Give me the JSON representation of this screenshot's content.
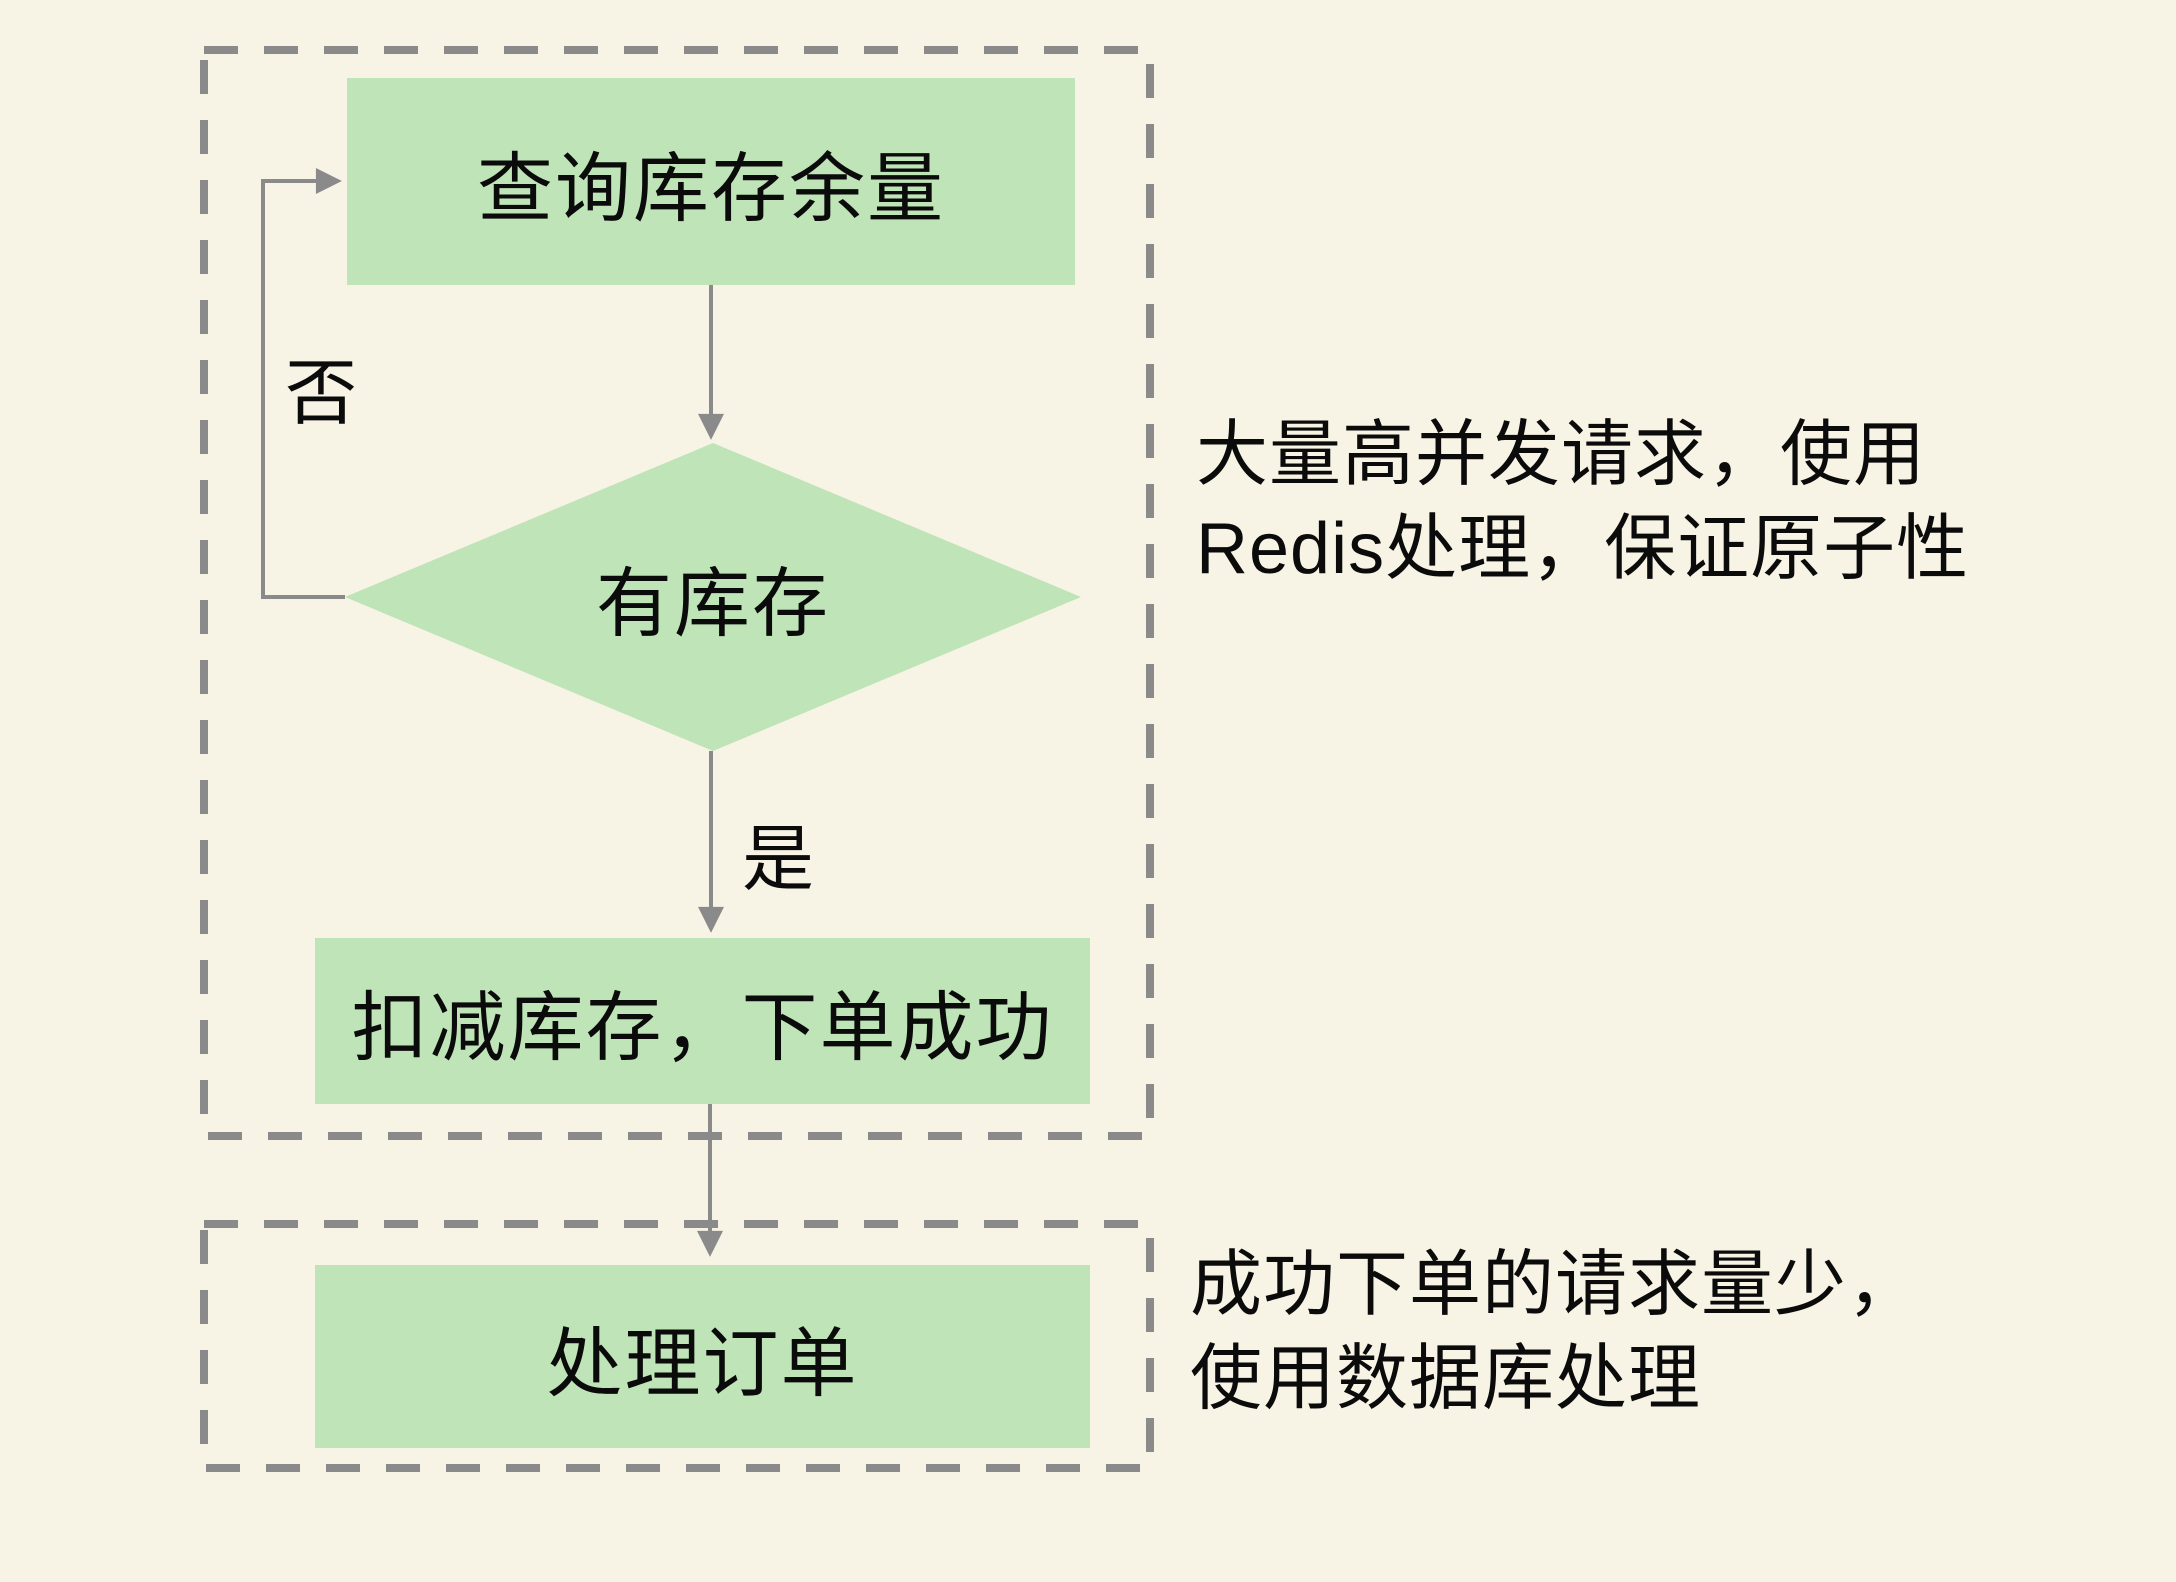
{
  "diagram": {
    "nodes": {
      "query_stock": {
        "label": "查询库存余量"
      },
      "has_stock": {
        "label": "有库存"
      },
      "deduct_stock": {
        "label": "扣减库存，下单成功"
      },
      "process_order": {
        "label": "处理订单"
      }
    },
    "edge_labels": {
      "no": "否",
      "yes": "是"
    },
    "annotations": {
      "redis_phase": {
        "line1": "大量高并发请求，使用",
        "line2": "Redis处理，保证原子性"
      },
      "database_phase": {
        "line1": "成功下单的请求量少，",
        "line2": "使用数据库处理"
      }
    },
    "colors": {
      "background": "#F8F4E5",
      "node_fill": "#BEE4B7",
      "line_gray": "#8A8A8A",
      "text": "#0B0B0B"
    }
  }
}
